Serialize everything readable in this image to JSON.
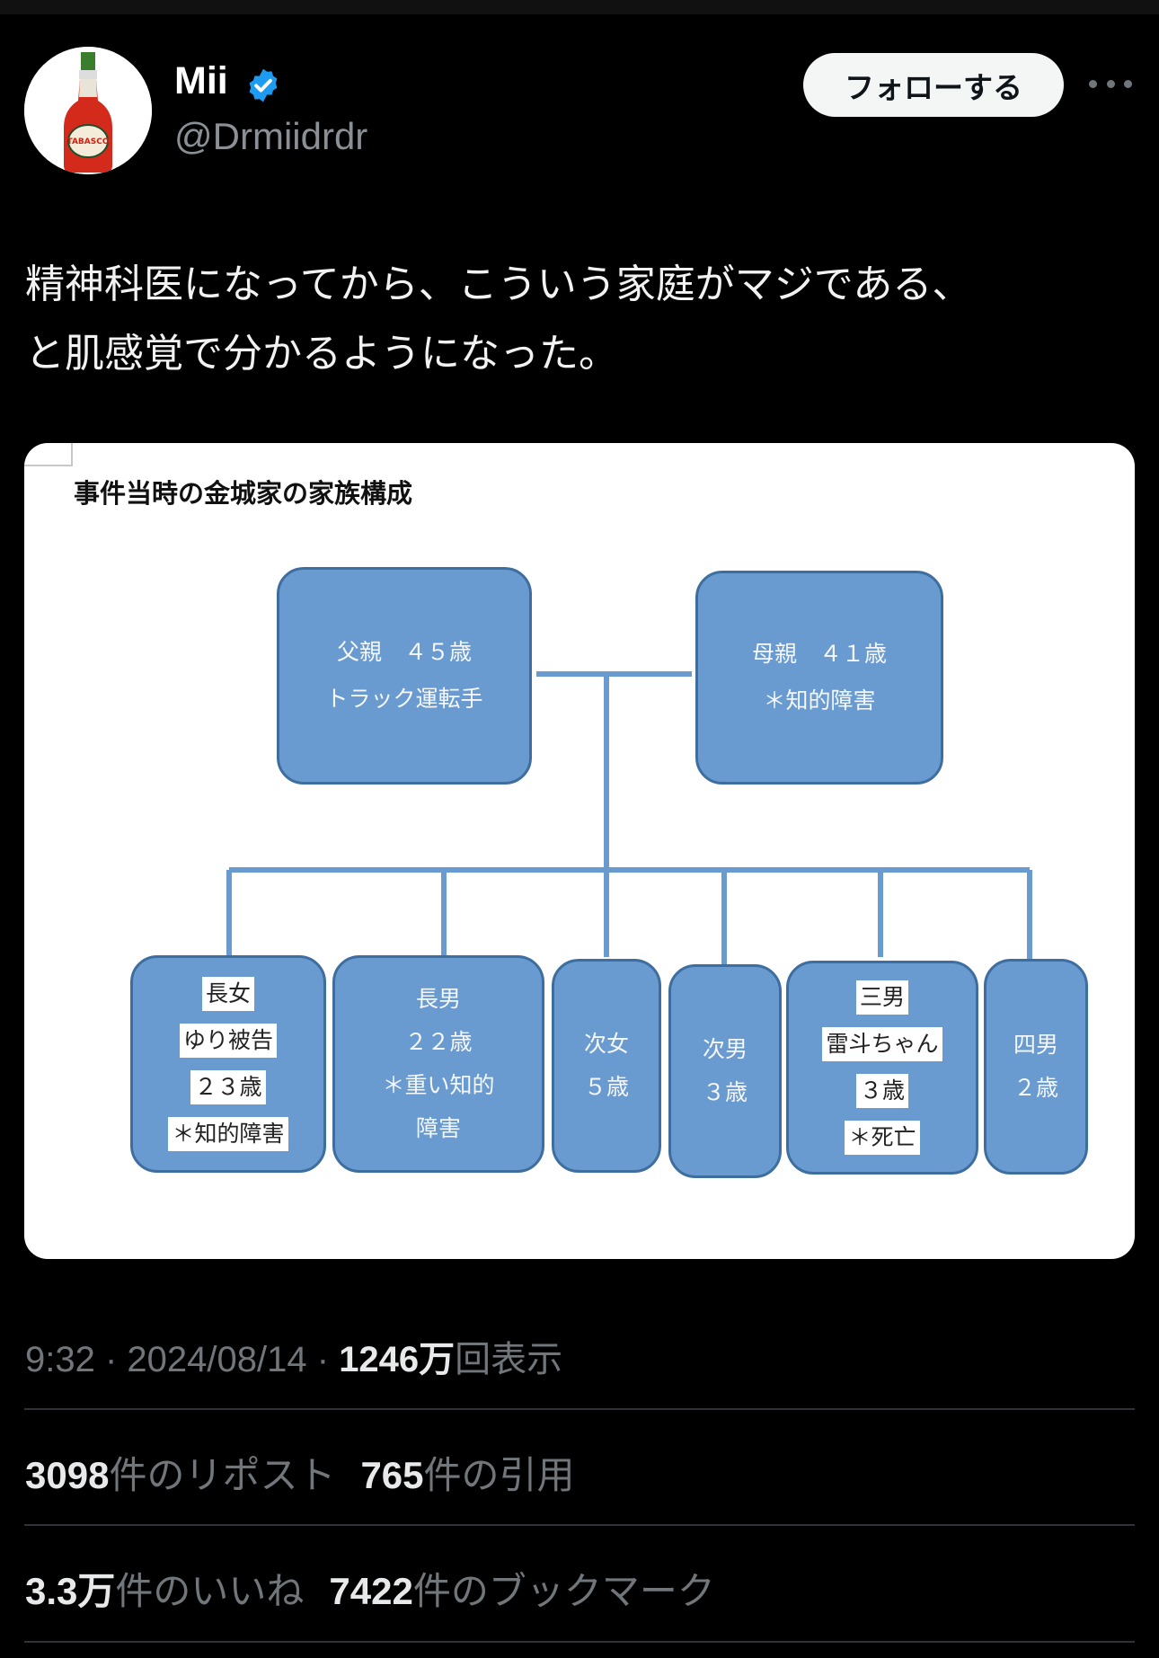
{
  "user": {
    "name": "Mii",
    "handle": "@Drmiidrdr",
    "follow_label": "フォローする"
  },
  "tweet": {
    "text_line1": "精神科医になってから、こういう家庭がマジである、",
    "text_line2": "と肌感覚で分かるようになった。"
  },
  "image": {
    "title": "事件当時の金城家の家族構成",
    "father": {
      "line1": "父親　４５歳",
      "line2": "トラック運転手"
    },
    "mother": {
      "line1": "母親　４１歳",
      "line2": "＊知的障害"
    },
    "children": [
      {
        "lines": [
          "長女",
          "ゆり被告",
          "２３歳",
          "＊知的障害"
        ],
        "boxed": true
      },
      {
        "lines": [
          "長男",
          "２２歳",
          "＊重い知的",
          "障害"
        ],
        "boxed": false
      },
      {
        "lines": [
          "次女",
          "５歳"
        ],
        "boxed": false
      },
      {
        "lines": [
          "次男",
          "３歳"
        ],
        "boxed": false
      },
      {
        "lines": [
          "三男",
          "雷斗ちゃん",
          "３歳",
          "＊死亡"
        ],
        "boxed": true
      },
      {
        "lines": [
          "四男",
          "２歳"
        ],
        "boxed": false
      }
    ]
  },
  "meta": {
    "time": "9:32",
    "date": "2024/08/14",
    "views_count": "1246万",
    "views_label": "回表示"
  },
  "stats": {
    "reposts_count": "3098",
    "reposts_label": "件のリポスト",
    "quotes_count": "765",
    "quotes_label": "件の引用",
    "likes_count": "3.3万",
    "likes_label": "件のいいね",
    "bookmarks_count": "7422",
    "bookmarks_label": "件のブックマーク"
  },
  "colors": {
    "background": "#000000",
    "verified": "#1d9bf0",
    "node_fill": "#6a9bd0",
    "node_border": "#3e6e9f"
  }
}
